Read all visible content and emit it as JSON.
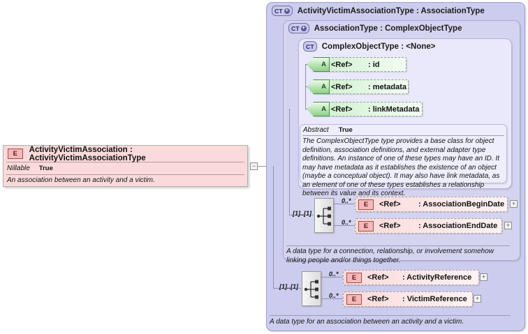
{
  "root_element": {
    "badge": "E",
    "icon_name": "element-badge",
    "title": "ActivityVictimAssociation : ActivityVictimAssociationType",
    "nillable_label": "Nillable",
    "nillable_value": "True",
    "documentation": "An association between an activity and a victim.",
    "expander": "−"
  },
  "outer_type": {
    "badge": "CT",
    "badge_plus": "+",
    "title": "ActivityVictimAssociationType : AssociationType",
    "documentation": "A data type for an association between an activity and a victim."
  },
  "assoc_type": {
    "badge": "CT",
    "badge_plus": "+",
    "title": "AssociationType : ComplexObjectType",
    "documentation": "A data type for a connection, relationship, or involvement somehow linking people and/or things together."
  },
  "complex_object_type": {
    "badge": "CT",
    "title": "ComplexObjectType : <None>",
    "abstract_label": "Abstract",
    "abstract_value": "True",
    "documentation": "The ComplexObjectType type provides a base class for object definition, association definitions, and external adapter type definitions. An instance of one of these types may have an ID. It may have metadata as it establishes the existence of an object (maybe a conceptual object). It may also have link metadata, as an element of one of these types establishes a relationship between its value and its context."
  },
  "attributes": [
    {
      "badge": "A",
      "name": "<Ref>",
      "type": ": id"
    },
    {
      "badge": "A",
      "name": "<Ref>",
      "type": ": metadata"
    },
    {
      "badge": "A",
      "name": "<Ref>",
      "type": ": linkMetadata"
    }
  ],
  "assoc_sequence": {
    "cardinality": "[1]..[1]",
    "icon_name": "sequence-compositor",
    "children": [
      {
        "badge": "E",
        "name": "<Ref>",
        "type": ": AssociationBeginDate",
        "occurs": "0..*",
        "expander": "+"
      },
      {
        "badge": "E",
        "name": "<Ref>",
        "type": ": AssociationEndDate",
        "occurs": "0..*",
        "expander": "+"
      }
    ]
  },
  "outer_sequence": {
    "cardinality": "[1]..[1]",
    "icon_name": "sequence-compositor",
    "children": [
      {
        "badge": "E",
        "name": "<Ref>",
        "type": ": ActivityReference",
        "occurs": "0..*",
        "expander": "+"
      },
      {
        "badge": "E",
        "name": "<Ref>",
        "type": ": VictimReference",
        "occurs": "0..*",
        "expander": "+"
      }
    ]
  },
  "colors": {
    "element_fill": "#fadada",
    "attribute_fill": "#cdf0cd",
    "panel_outer": "#ccccee",
    "panel_mid": "#d4d4f0",
    "panel_inner": "#e9e9fb"
  }
}
